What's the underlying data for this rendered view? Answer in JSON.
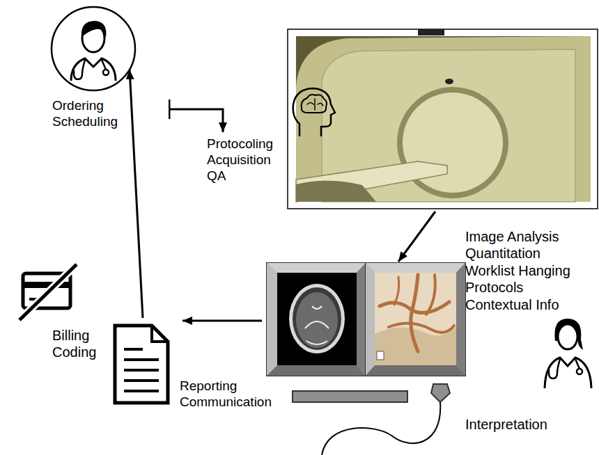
{
  "diagram": {
    "nodes": [
      {
        "text": [
          "Ordering Scheduling"
        ]
      },
      {
        "text": [
          "Protocoling Acquisition QA"
        ]
      },
      {
        "text": [
          "Image Analysis Quantitation Worklist Hanging Protocols Contextual Info",
          "Interpretation"
        ]
      },
      {
        "text": [
          "Reporting Communication"
        ]
      }
    ],
    "edges": [
      {
        "from": 0,
        "to": 1,
        "arrow": "to"
      },
      {
        "from": 1,
        "to": 2,
        "arrow": "to"
      },
      {
        "from": 2,
        "to": 3,
        "arrow": "to"
      },
      {
        "from": 3,
        "to": 0,
        "arrow": "to"
      }
    ],
    "labels": [
      "Billing Coding"
    ]
  }
}
